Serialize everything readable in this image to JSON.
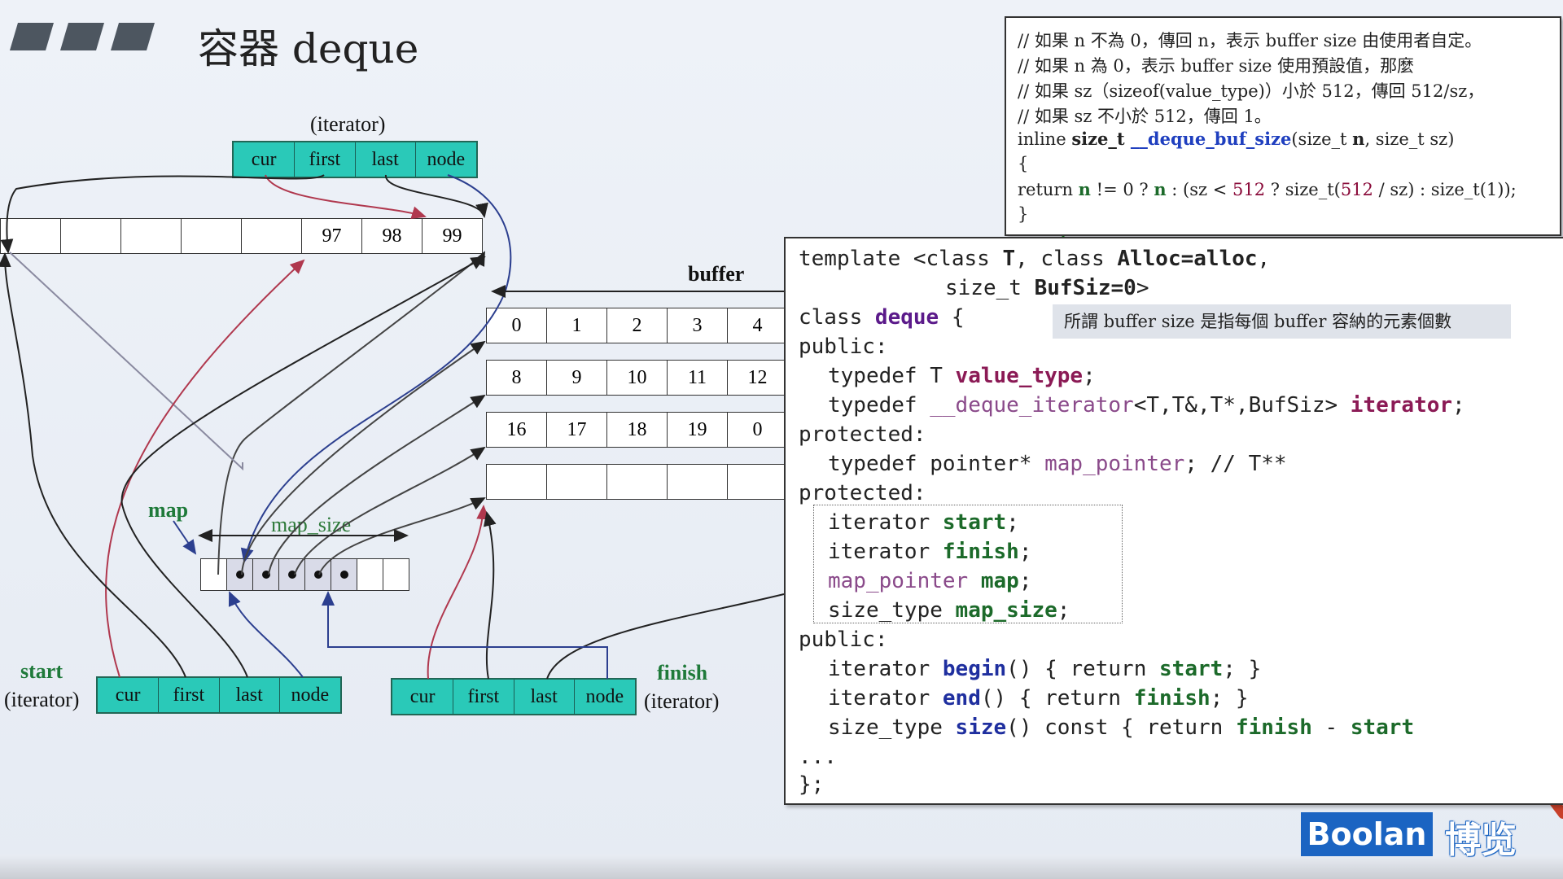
{
  "slide": {
    "title": "容器 deque"
  },
  "diagram": {
    "top_iterator": {
      "label": "(iterator)",
      "fields": [
        "cur",
        "first",
        "last",
        "node"
      ]
    },
    "top_buffer_values": [
      "97",
      "98",
      "99"
    ],
    "buffer_label": "buffer",
    "buffer_rows": [
      [
        "0",
        "1",
        "2",
        "3",
        "4"
      ],
      [
        "8",
        "9",
        "10",
        "11",
        "12"
      ],
      [
        "16",
        "17",
        "18",
        "19",
        "0"
      ]
    ],
    "map_label": "map",
    "map_size_label": "map_size",
    "start_label": "start",
    "start_sublabel": "(iterator)",
    "start_fields": [
      "cur",
      "first",
      "last",
      "node"
    ],
    "finish_label": "finish",
    "finish_sublabel": "(iterator)",
    "finish_fields": [
      "cur",
      "first",
      "last",
      "node"
    ]
  },
  "info_box": {
    "line1": "// 如果 n 不為 0，傳回 n，表示 buffer size 由使用者自定。",
    "line2": "// 如果 n 為 0，表示 buffer size 使用預設值，那麼",
    "line3": "//    如果 sz（sizeof(value_type)）小於 512，傳回 512/sz，",
    "line4": "//    如果 sz 不小於 512，傳回 1。",
    "line5_a": "inline ",
    "line5_b": "size_t ",
    "line5_c": "__deque_buf_size",
    "line5_d": "(size_t ",
    "line5_e": "n",
    "line5_f": ", size_t sz)",
    "line6": "{",
    "line7_a": " return ",
    "line7_b": "n",
    "line7_c": " != 0 ? ",
    "line7_d": "n",
    "line7_e": " : (sz < ",
    "line7_f": "512",
    "line7_g": " ? size_t(",
    "line7_h": "512",
    "line7_i": " / sz) : size_t(1));",
    "line8": "}"
  },
  "note": "所謂 buffer size 是指每個 buffer 容納的元素個數",
  "code": {
    "l1_a": "template <class ",
    "l1_b": "T",
    "l1_c": ", class ",
    "l1_d": "Alloc=alloc",
    "l2_a": "size_t ",
    "l2_b": "BufSiz=0",
    "l2_c": ">",
    "l3_a": "class ",
    "l3_b": "deque",
    "l3_c": " {",
    "l4": "public:",
    "l5_a": "typedef T ",
    "l5_b": "value_type",
    "l5_c": ";",
    "l6_a": "typedef ",
    "l6_b": "__deque_iterator",
    "l6_c": "<T,T&,T*,BufSiz> ",
    "l6_d": "iterator",
    "l7": "protected:",
    "l8_a": "typedef pointer* ",
    "l8_b": "map_pointer",
    "l8_c": "; // T**",
    "l9": "protected:",
    "l10_a": "iterator ",
    "l10_b": "start",
    "l10_c": ";",
    "l11_a": "iterator ",
    "l11_b": "finish",
    "l11_c": ";",
    "l12_a": "map_pointer ",
    "l12_b": "map",
    "l12_c": ";",
    "l13_a": "size_type ",
    "l13_b": "map_size",
    "l13_c": ";",
    "l14": "public:",
    "l15_a": "iterator ",
    "l15_b": "begin",
    "l15_c": "() { return ",
    "l15_d": "start",
    "l15_e": "; }",
    "l16_a": "iterator ",
    "l16_b": "end",
    "l16_c": "() { return ",
    "l16_d": "finish",
    "l16_e": "; }",
    "l17_a": "size_type ",
    "l17_b": "size",
    "l17_c": "() const { return ",
    "l17_d": "finish",
    "l17_e": " - ",
    "l17_f": "start",
    "l18": "...",
    "l19": "};"
  },
  "brand": {
    "latin": "Boolan",
    "cjk": "博览"
  },
  "colors": {
    "iterator_fill": "#2ac9b8",
    "arrow_red": "#b0384e",
    "arrow_blue": "#2c3f8f",
    "code_green": "#1c6a2a",
    "brand_blue": "#1b64c2"
  }
}
